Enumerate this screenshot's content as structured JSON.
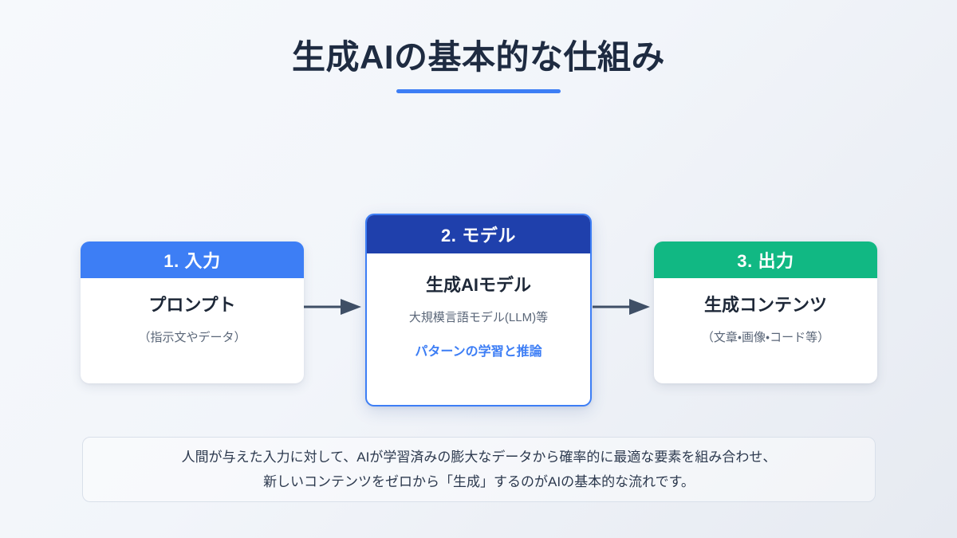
{
  "header": {
    "title": "生成AIの基本的な仕組み",
    "accent_color": "#3d7ef5"
  },
  "flow": {
    "cards": [
      {
        "id": "input",
        "head_label": "1. 入力",
        "head_color": "#3d7ef5",
        "main_label": "プロンプト",
        "sub_label": "（指示文やデータ）",
        "accent_label": ""
      },
      {
        "id": "model",
        "head_label": "2. モデル",
        "head_color": "#1f40ac",
        "main_label": "生成AIモデル",
        "sub_label": "大規模言語モデル(LLM)等",
        "accent_label": "パターンの学習と推論"
      },
      {
        "id": "output",
        "head_label": "3. 出力",
        "head_color": "#11b883",
        "main_label": "生成コンテンツ",
        "sub_label": "（文章・画像・コード等）",
        "accent_label": ""
      }
    ],
    "arrow_color": "#3f4f66"
  },
  "caption": {
    "line1": "人間が与えた入力に対して、AIが学習済みの膨大なデータから確率的に最適な要素を組み合わせ、",
    "line2": "新しいコンテンツをゼロから「生成」するのがAIの基本的な流れです。"
  }
}
